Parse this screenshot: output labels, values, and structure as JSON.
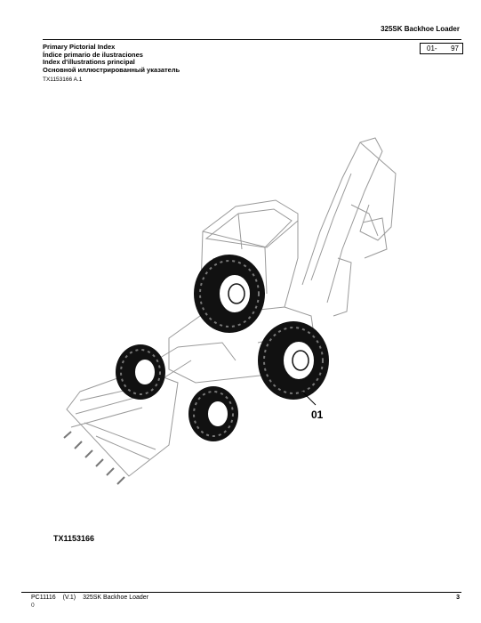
{
  "header": {
    "title": "325SK Backhoe Loader"
  },
  "index_titles": [
    "Primary Pictorial Index",
    "Índice primario de ilustraciones",
    "Index d'illustrations principal",
    "Основной иллюстрированный указатель"
  ],
  "ref_code": "TX1153166 A.1",
  "page_box": {
    "section": "01-",
    "page": "97"
  },
  "callout": "01",
  "figure_label": "TX1153166",
  "footer": {
    "doc_id": "PC11116",
    "version": "(V.1)",
    "title": "325SK Backhoe Loader",
    "page": "3",
    "sub": "()"
  },
  "colors": {
    "line": "#000000",
    "faint": "#9a9a9a",
    "tire": "#111111"
  }
}
